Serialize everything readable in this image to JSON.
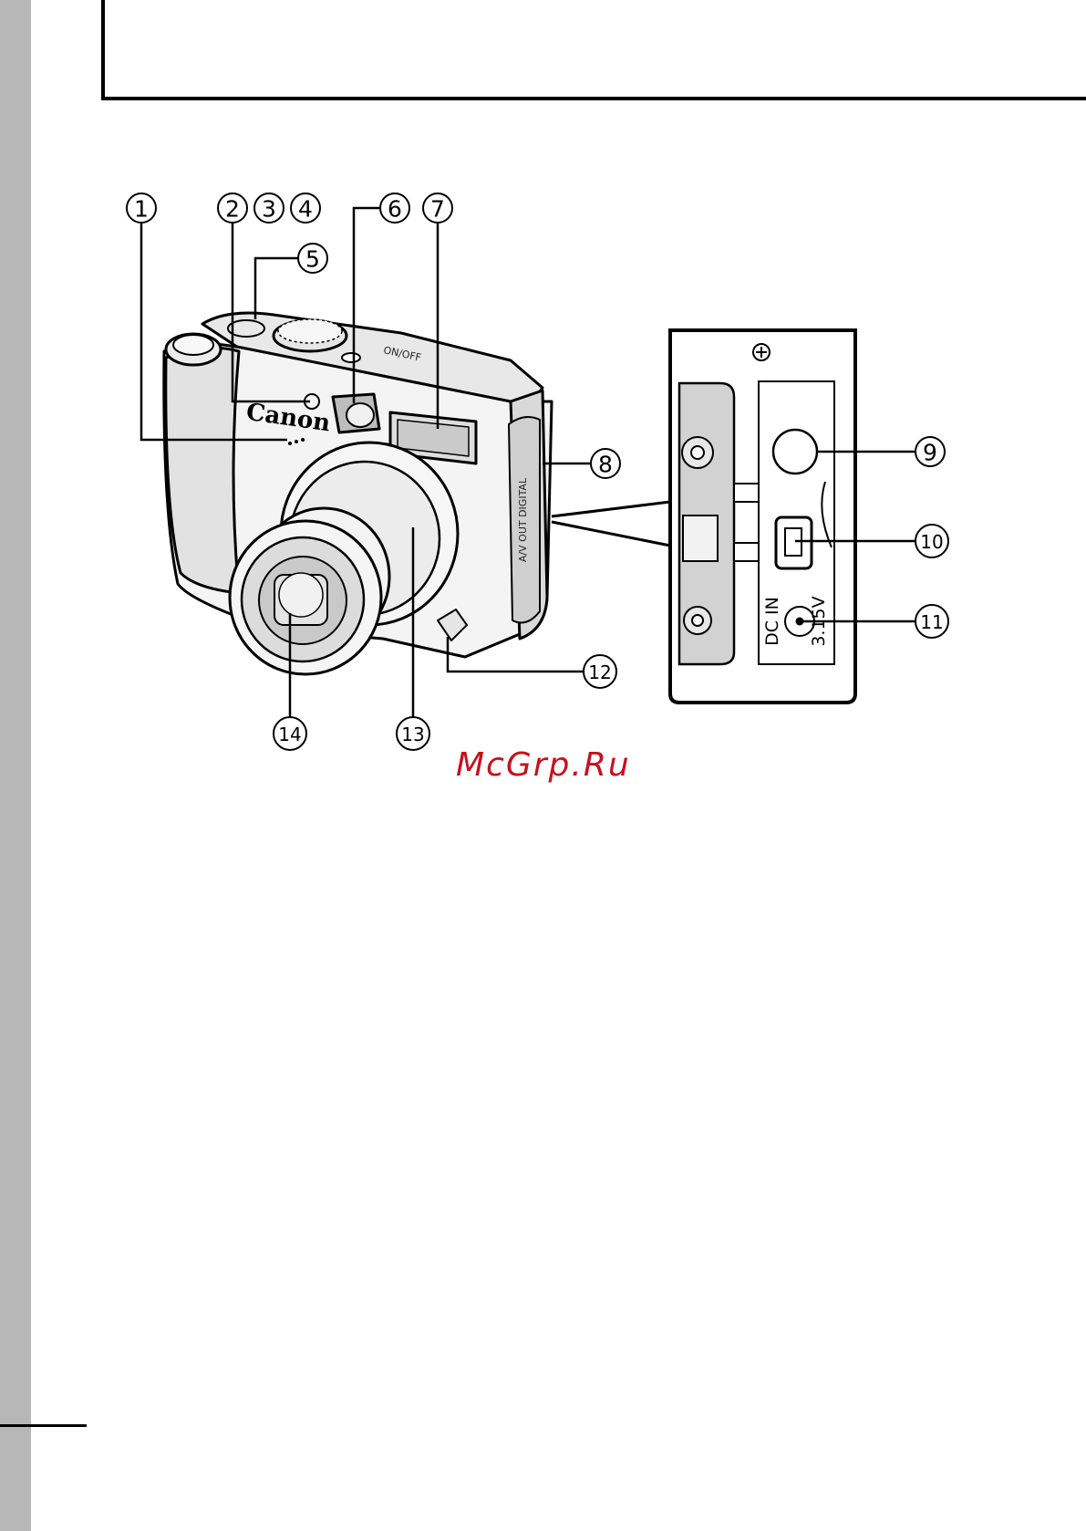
{
  "callouts": [
    "1",
    "2",
    "3",
    "4",
    "5",
    "6",
    "7",
    "8",
    "9",
    "10",
    "11",
    "12",
    "13",
    "14"
  ],
  "camera": {
    "brand_text": "Canon",
    "power_text": "ON/OFF",
    "side_panel_text": "A/V OUT DIGITAL",
    "dc_in_label": "DC IN",
    "dc_in_voltage": "3.15V"
  },
  "watermark": "McGrp.Ru",
  "colors": {
    "side_strip": "#b7b7b7",
    "watermark": "#c8101e"
  }
}
